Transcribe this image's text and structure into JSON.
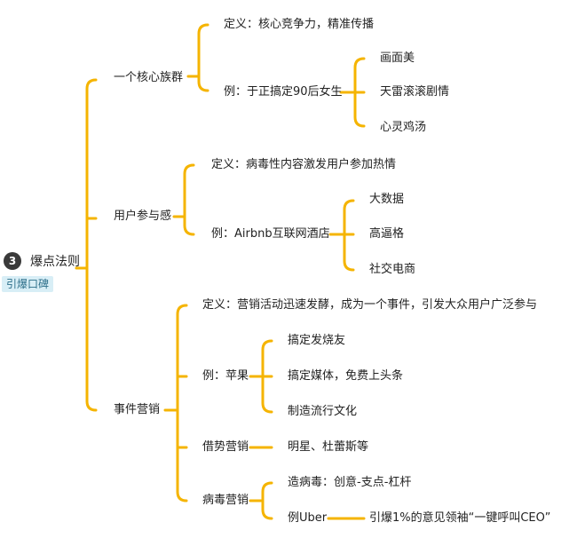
{
  "root": {
    "badge": "3",
    "label": "爆点法则",
    "tag": "引爆口碑"
  },
  "colors": {
    "link": "#f5b400",
    "badge": "#3a3a3a",
    "tag_bg": "#d8eef6",
    "tag_text": "#2d6f8a"
  },
  "branches": [
    {
      "label": "一个核心族群",
      "children": [
        {
          "label": "定义：核心竞争力，精准传播"
        },
        {
          "label": "例：于正搞定90后女生",
          "children": [
            {
              "label": "画面美"
            },
            {
              "label": "天雷滚滚剧情"
            },
            {
              "label": "心灵鸡汤"
            }
          ]
        }
      ]
    },
    {
      "label": "用户参与感",
      "children": [
        {
          "label": "定义：病毒性内容激发用户参加热情"
        },
        {
          "label": "例：Airbnb互联网酒店",
          "children": [
            {
              "label": "大数据"
            },
            {
              "label": "高逼格"
            },
            {
              "label": "社交电商"
            }
          ]
        }
      ]
    },
    {
      "label": "事件营销",
      "children": [
        {
          "label": "定义：营销活动迅速发酵，成为一个事件，引发大众用户广泛参与"
        },
        {
          "label": "例：苹果",
          "children": [
            {
              "label": "搞定发烧友"
            },
            {
              "label": "搞定媒体，免费上头条"
            },
            {
              "label": "制造流行文化"
            }
          ]
        },
        {
          "label": "借势营销",
          "children": [
            {
              "label": "明星、杜蕾斯等"
            }
          ]
        },
        {
          "label": "病毒营销",
          "children": [
            {
              "label": "造病毒：创意-支点-杠杆"
            },
            {
              "label": "例Uber",
              "children": [
                {
                  "label": "引爆1%的意见领袖“一键呼叫CEO”"
                }
              ]
            }
          ]
        }
      ]
    }
  ]
}
